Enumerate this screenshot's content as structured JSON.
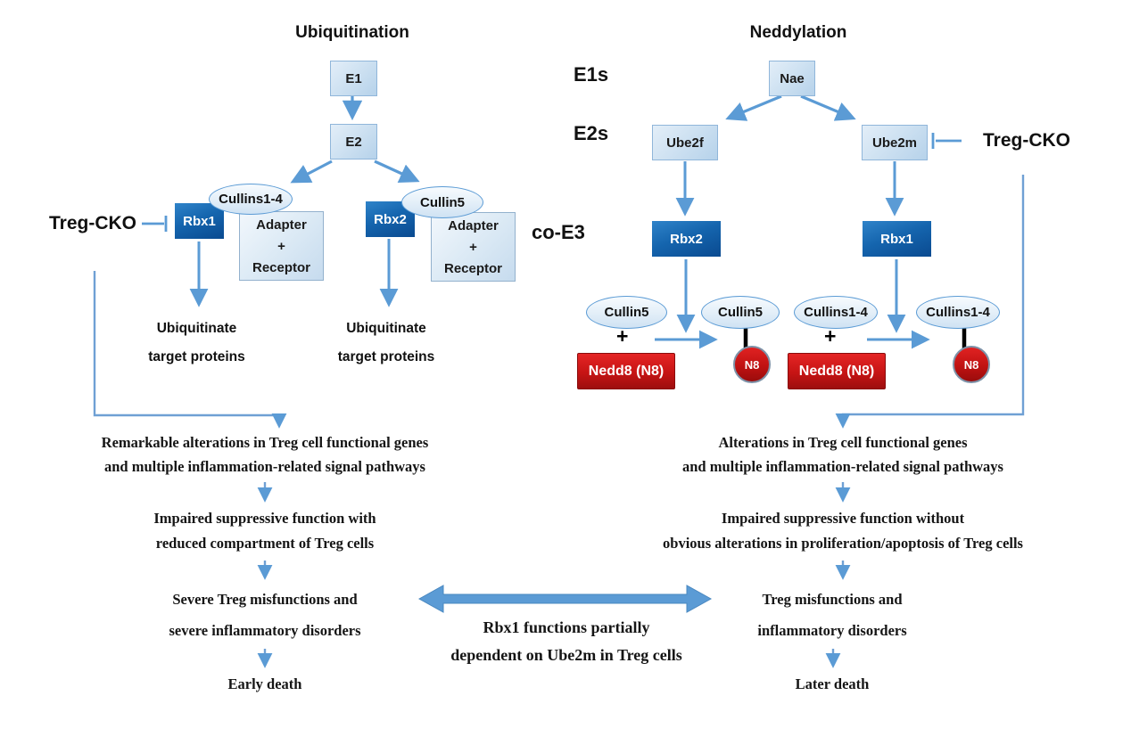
{
  "diagram": {
    "title_left": "Ubiquitination",
    "title_right": "Neddylation",
    "row_labels": {
      "e1s": "E1s",
      "e2s": "E2s",
      "co_e3": "co-E3"
    },
    "colors": {
      "arrow_blue": "#5b9bd5",
      "dark_box_blue": "#0a4a90",
      "nedd8_red": "#c61414"
    }
  },
  "ubiquitination": {
    "e1": "E1",
    "e2": "E2",
    "treg_cko": "Treg-CKO",
    "branch1": {
      "rbx": "Rbx1",
      "cullin": "Cullins1-4"
    },
    "branch2": {
      "rbx": "Rbx2",
      "cullin": "Cullin5"
    },
    "adapter_box": {
      "l1": "Adapter",
      "l2": "+",
      "l3": "Receptor"
    },
    "outcome_l1": "Ubiquitinate",
    "outcome_l2": "target proteins"
  },
  "neddylation": {
    "nae": "Nae",
    "ube2f": "Ube2f",
    "ube2m": "Ube2m",
    "treg_cko": "Treg-CKO",
    "left_reaction": {
      "rbx": "Rbx2",
      "substrate_cullin": "Cullin5",
      "plus": "+",
      "nedd8": "Nedd8 (N8)",
      "product_cullin": "Cullin5",
      "n8": "N8"
    },
    "right_reaction": {
      "rbx": "Rbx1",
      "substrate_cullin": "Cullins1-4",
      "plus": "+",
      "nedd8": "Nedd8 (N8)",
      "product_cullin": "Cullins1-4",
      "n8": "N8"
    }
  },
  "flow_left": {
    "alterations_l1": "Remarkable alterations in Treg cell functional genes",
    "alterations_l2": "and multiple inflammation-related signal pathways",
    "impaired_l1": "Impaired suppressive function with",
    "impaired_l2": "reduced compartment of Treg cells",
    "misfunction_l1": "Severe Treg misfunctions and",
    "misfunction_l2": "severe inflammatory disorders",
    "death": "Early death"
  },
  "flow_right": {
    "alterations_l1": "Alterations in Treg cell functional genes",
    "alterations_l2": "and multiple inflammation-related signal pathways",
    "impaired_l1": "Impaired suppressive function without",
    "impaired_l2": "obvious alterations in proliferation/apoptosis of Treg cells",
    "misfunction_l1": "Treg misfunctions and",
    "misfunction_l2": "inflammatory disorders",
    "death": "Later death"
  },
  "center_note": {
    "l1": "Rbx1 functions partially",
    "l2": "dependent on Ube2m in Treg cells"
  }
}
